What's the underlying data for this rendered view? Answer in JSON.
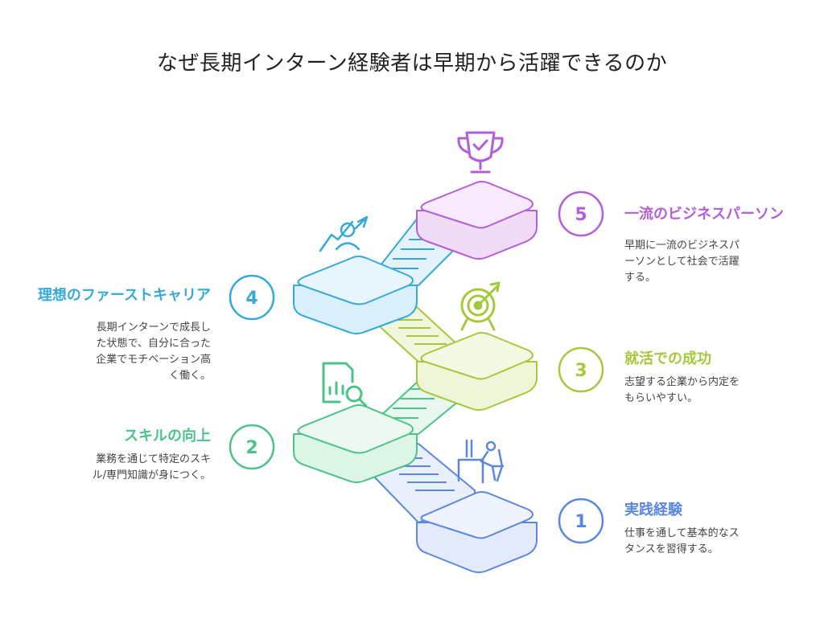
{
  "title": "なぜ長期インターン経験者は早期から活躍できるのか",
  "colors": {
    "s1": "#5b87e0",
    "s2": "#4cc389",
    "s3": "#a6c83c",
    "s4": "#36a9d9",
    "s5": "#b45ed8"
  },
  "steps": [
    {
      "number": "1",
      "heading": "実践経験",
      "desc": [
        "仕事を通して基本的なス",
        "タンスを習得する。"
      ],
      "icon": "desk-worker-icon"
    },
    {
      "number": "2",
      "heading": "スキルの向上",
      "desc": [
        "業務を通じて特定のスキ",
        "ル/専門知識が身につく。"
      ],
      "icon": "document-search-icon"
    },
    {
      "number": "3",
      "heading": "就活での成功",
      "desc": [
        "志望する企業から内定を",
        "もらいやすい。"
      ],
      "icon": "target-icon"
    },
    {
      "number": "4",
      "heading": "理想のファーストキャリア",
      "desc": [
        "長期インターンで成長し",
        "た状態で、自分に合った",
        "企業でモチベーション高",
        "く働く。"
      ],
      "icon": "career-growth-icon"
    },
    {
      "number": "5",
      "heading": "一流のビジネスパーソン",
      "desc": [
        "早期に一流のビジネスパ",
        "ーソンとして社会で活躍",
        "する。"
      ],
      "icon": "trophy-icon"
    }
  ]
}
